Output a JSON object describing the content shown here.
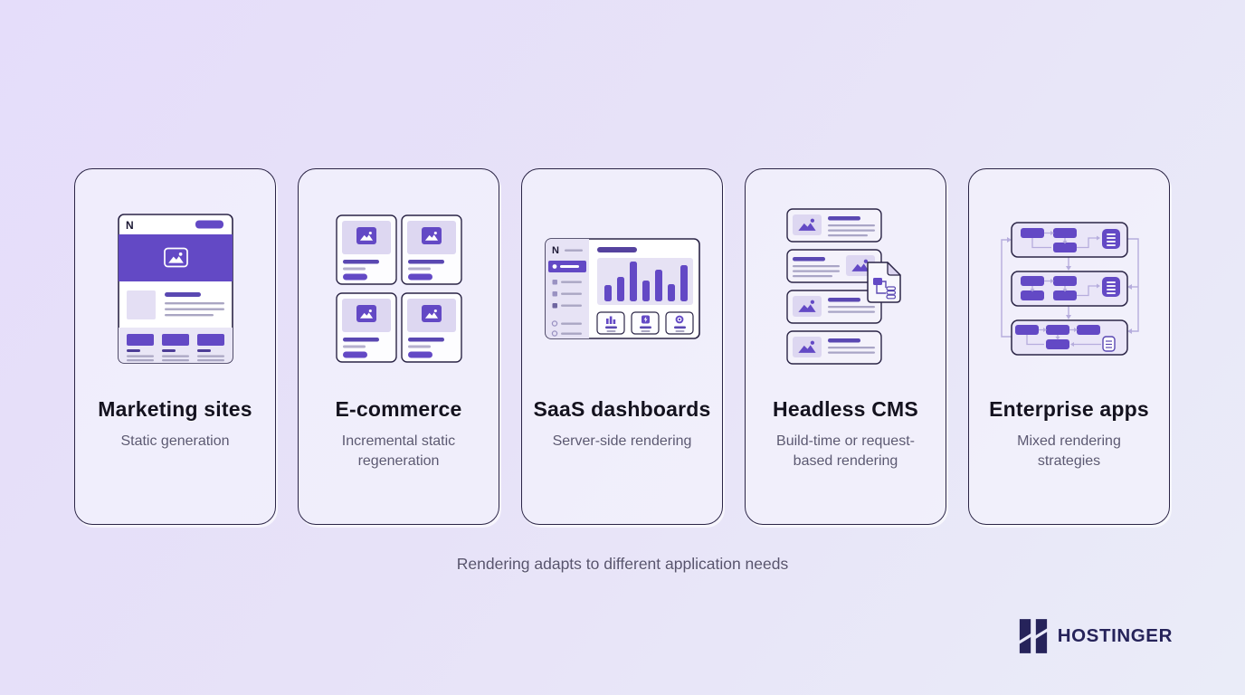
{
  "page": {
    "caption": "Rendering adapts to different application needs"
  },
  "brand": {
    "name": "HOSTINGER"
  },
  "cards": [
    {
      "title": "Marketing sites",
      "subtitle": "Static generation",
      "illustration": "browser-landing-page"
    },
    {
      "title": "E-commerce",
      "subtitle": "Incremental static regeneration",
      "illustration": "product-card-grid"
    },
    {
      "title": "SaaS dashboards",
      "subtitle": "Server-side rendering",
      "illustration": "analytics-dashboard"
    },
    {
      "title": "Headless CMS",
      "subtitle": "Build-time or request-based rendering",
      "illustration": "content-list-with-schema-doc"
    },
    {
      "title": "Enterprise apps",
      "subtitle": "Mixed rendering strategies",
      "illustration": "connected-flow-panels"
    }
  ],
  "dashboard_chart": {
    "type": "bar",
    "values": [
      18,
      27,
      44,
      23,
      35,
      19,
      40
    ]
  },
  "colors": {
    "accent": "#6349c5",
    "accent-dark": "#5a48b2",
    "ink": "#2b2546",
    "lavender": "#ddd7f1",
    "gray-line": "#aaa6c3",
    "connector": "#b6addd",
    "navy": "#26235a",
    "panel": "#eae6f8"
  }
}
